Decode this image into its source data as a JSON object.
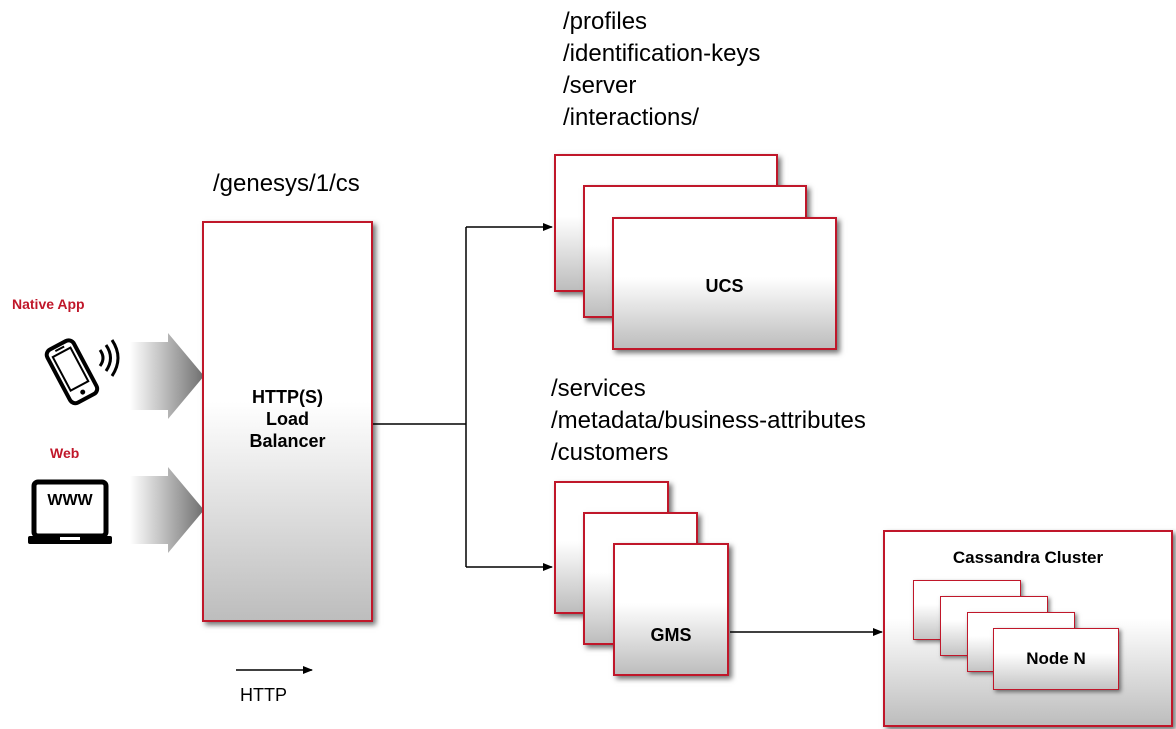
{
  "clients": {
    "native_app_label": "Native App",
    "web_label": "Web",
    "web_screen_text": "WWW"
  },
  "load_balancer": {
    "path": "/genesys/1/cs",
    "label_line1": "HTTP(S)",
    "label_line2": "Load",
    "label_line3": "Balancer"
  },
  "ucs": {
    "paths": [
      "/profiles",
      "/identification-keys",
      "/server",
      "/interactions/"
    ],
    "label": "UCS"
  },
  "gms": {
    "paths": [
      "/services",
      "/metadata/business-attributes",
      "/customers"
    ],
    "label": "GMS"
  },
  "cassandra": {
    "label": "Cassandra Cluster",
    "node_label": "Node N"
  },
  "legend": {
    "arrow_label": "HTTP"
  },
  "colors": {
    "accent_red": "#c0172a",
    "line": "#000000"
  }
}
